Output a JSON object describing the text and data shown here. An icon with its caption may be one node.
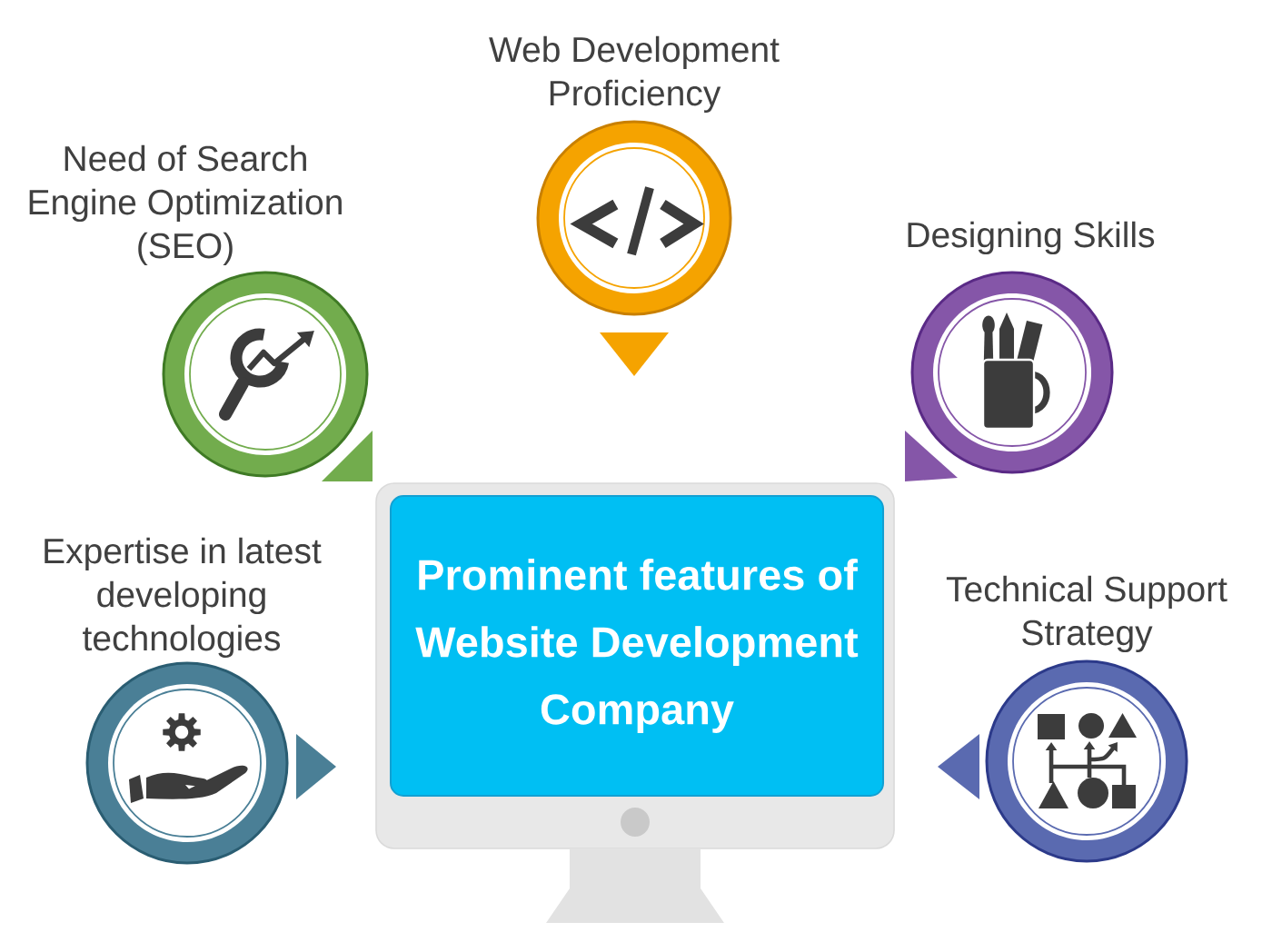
{
  "diagram": {
    "nodes": [
      {
        "text": [
          "Web Development Proficiency"
        ]
      },
      {
        "text": [
          "Need of Search Engine Optimization (SEO)"
        ]
      },
      {
        "text": [
          "Designing Skills"
        ]
      },
      {
        "text": [
          "Expertise in latest developing technologies"
        ]
      },
      {
        "text": [
          "Prominent features of Website Development Company"
        ]
      },
      {
        "text": [
          "Technical Support Strategy"
        ]
      }
    ]
  }
}
